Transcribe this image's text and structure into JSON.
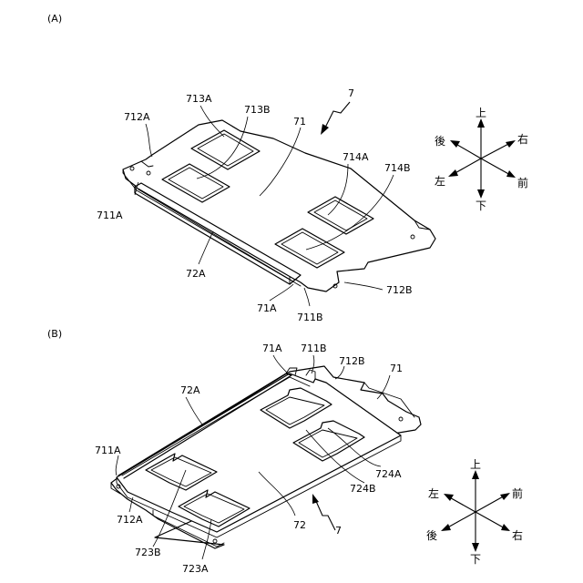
{
  "figure_a": {
    "caption": "(A)",
    "labels": {
      "n7": "7",
      "n71": "71",
      "n712A": "712A",
      "n713A": "713A",
      "n713B": "713B",
      "n711A": "711A",
      "n714A": "714A",
      "n714B": "714B",
      "n72A": "72A",
      "n71A": "71A",
      "n711B": "711B",
      "n712B": "712B"
    },
    "directions": {
      "up": "上",
      "down": "下",
      "back": "後",
      "right": "右",
      "left": "左",
      "front": "前"
    }
  },
  "figure_b": {
    "caption": "(B)",
    "labels": {
      "n71A": "71A",
      "n711B": "711B",
      "n712B": "712B",
      "n71": "71",
      "n72A": "72A",
      "n711A": "711A",
      "n712A": "712A",
      "n724A": "724A",
      "n724B": "724B",
      "n72": "72",
      "n7": "7",
      "n723B": "723B",
      "n723A": "723A"
    },
    "directions": {
      "up": "上",
      "down": "下",
      "left": "左",
      "front": "前",
      "back": "後",
      "right": "右"
    }
  }
}
